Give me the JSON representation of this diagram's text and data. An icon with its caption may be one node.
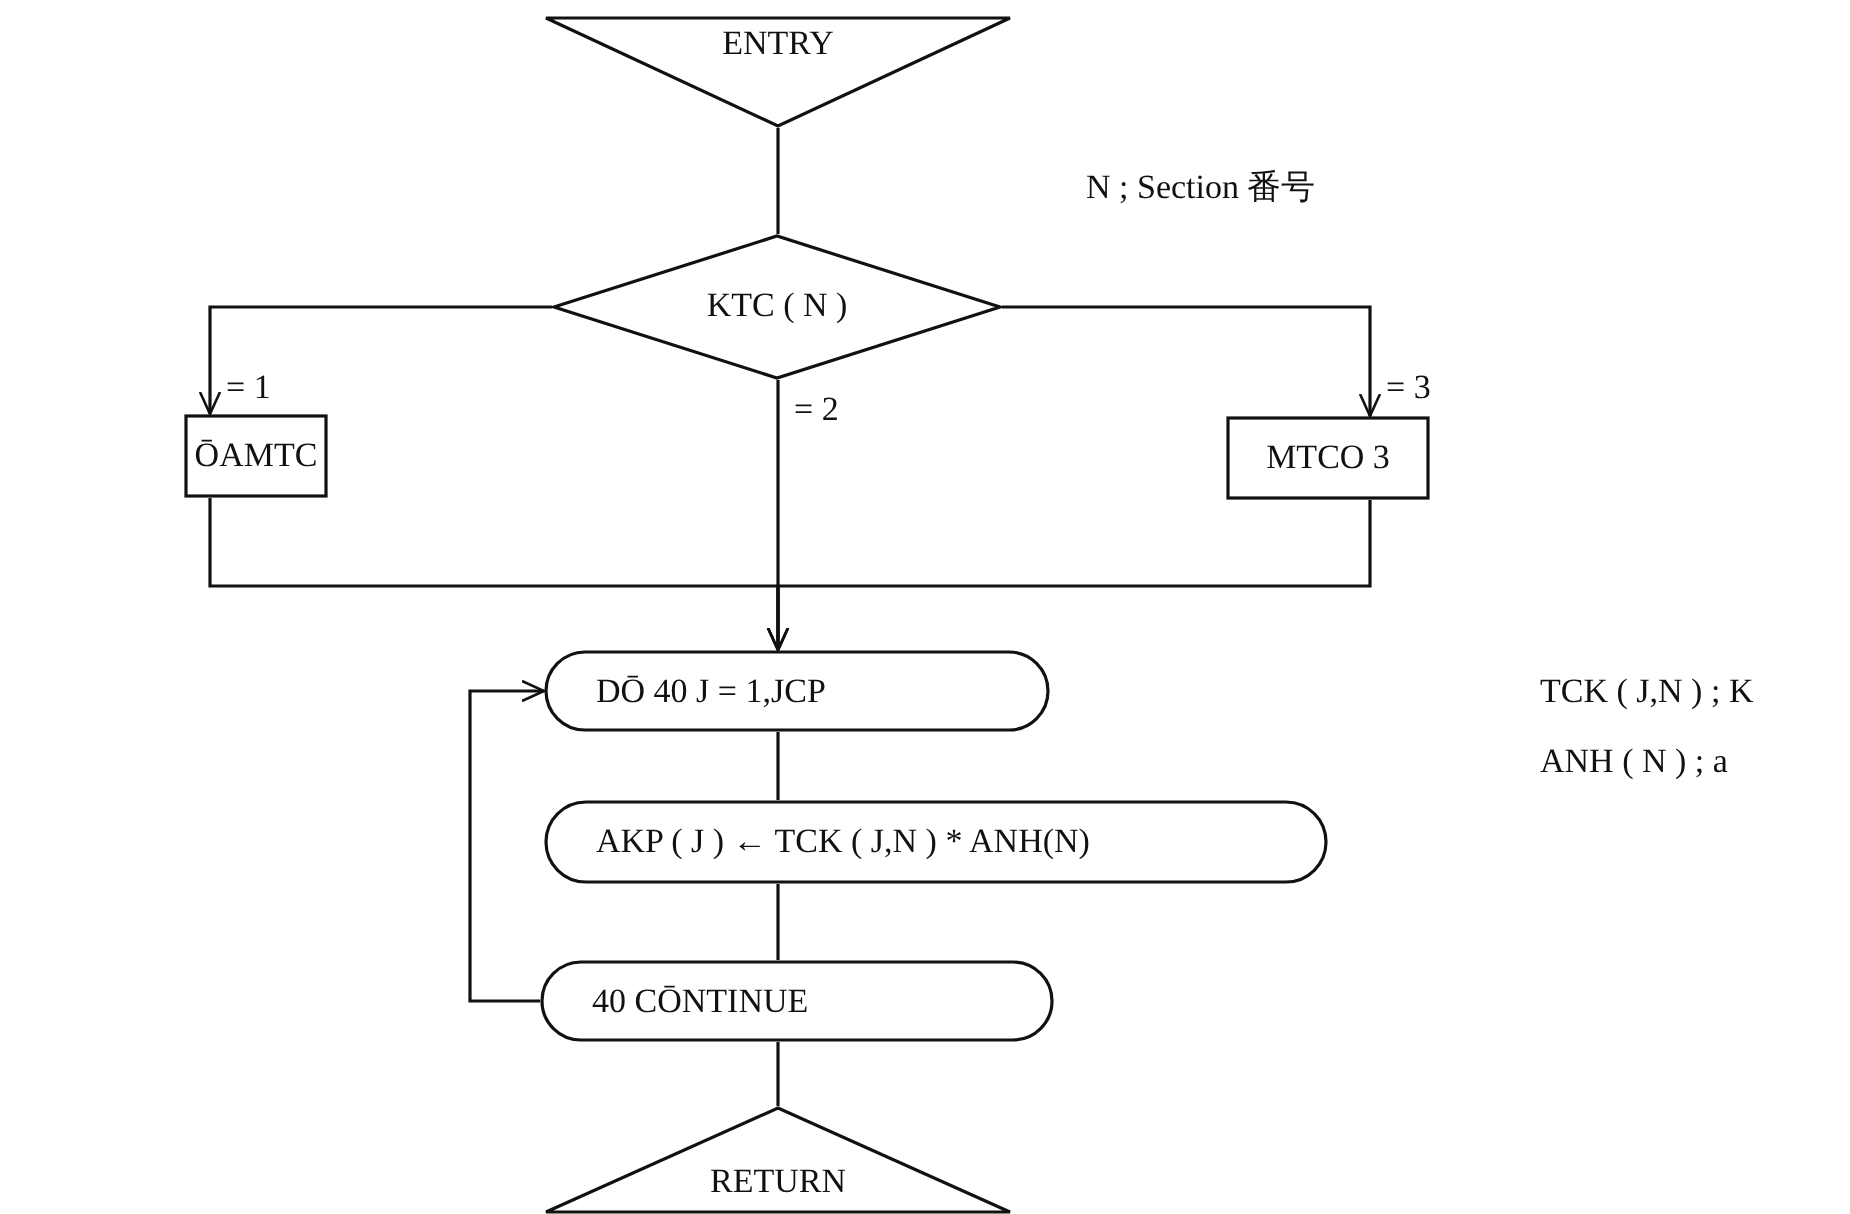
{
  "diagram": {
    "nodes": [
      {
        "text": [
          "ENTRY"
        ]
      },
      {
        "text": [
          "KTC ( N )"
        ]
      },
      {
        "text": [
          "ŌAMTC"
        ]
      },
      {
        "text": [
          "MTCO 3"
        ]
      },
      {
        "text": [
          "DŌ 40 J = 1,JCP"
        ]
      },
      {
        "text": [
          "AKP ( J ) ← TCK ( J,N ) * ANH(N)"
        ]
      },
      {
        "text": [
          "40 CŌNTINUE"
        ]
      },
      {
        "text": [
          "RETURN"
        ]
      }
    ],
    "edges": [
      {
        "from": 0,
        "to": 1,
        "arrow": "none"
      },
      {
        "from": 1,
        "to": 2,
        "arrow": "to",
        "label": "= 1"
      },
      {
        "from": 1,
        "to": 4,
        "arrow": "to",
        "label": "= 2"
      },
      {
        "from": 1,
        "to": 3,
        "arrow": "to",
        "label": "= 3"
      },
      {
        "from": 2,
        "to": 4,
        "arrow": "to"
      },
      {
        "from": 3,
        "to": 4,
        "arrow": "to"
      },
      {
        "from": 4,
        "to": 5,
        "arrow": "none"
      },
      {
        "from": 5,
        "to": 6,
        "arrow": "none"
      },
      {
        "from": 6,
        "to": 4,
        "arrow": "to"
      },
      {
        "from": 6,
        "to": 7,
        "arrow": "none"
      }
    ],
    "labels": [
      "N ; Section 番号",
      "TCK ( J,N ) ; K",
      "ANH ( N ) ; a"
    ]
  }
}
